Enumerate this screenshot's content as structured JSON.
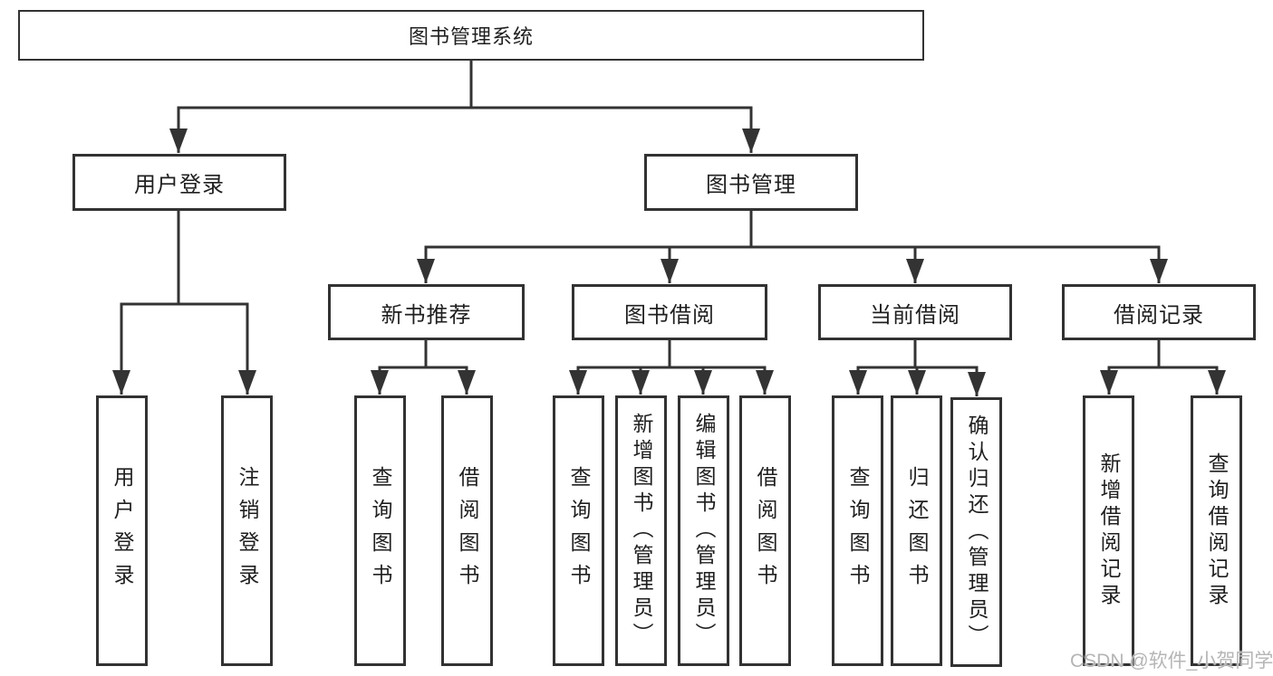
{
  "tree": {
    "label": "图书管理系统",
    "children": [
      {
        "label": "用户登录",
        "children": [
          {
            "label": "用户登录"
          },
          {
            "label": "注销登录"
          }
        ]
      },
      {
        "label": "图书管理",
        "children": [
          {
            "label": "新书推荐",
            "children": [
              {
                "label": "查询图书"
              },
              {
                "label": "借阅图书"
              }
            ]
          },
          {
            "label": "图书借阅",
            "children": [
              {
                "label": "查询图书"
              },
              {
                "label": "新增图书（管理员）"
              },
              {
                "label": "编辑图书（管理员）"
              },
              {
                "label": "借阅图书"
              }
            ]
          },
          {
            "label": "当前借阅",
            "children": [
              {
                "label": "查询图书"
              },
              {
                "label": "归还图书"
              },
              {
                "label": "确认归还（管理员）"
              }
            ]
          },
          {
            "label": "借阅记录",
            "children": [
              {
                "label": "新增借阅记录"
              },
              {
                "label": "查询借阅记录"
              }
            ]
          }
        ]
      }
    ]
  },
  "watermark": "CSDN @软件_小贺同学",
  "colors": {
    "line": "#333333",
    "box_border": "#323232",
    "box_fill": "#ffffff",
    "text": "#1f1f1f",
    "watermark": "#b5b5b5",
    "background": "#ffffff"
  }
}
